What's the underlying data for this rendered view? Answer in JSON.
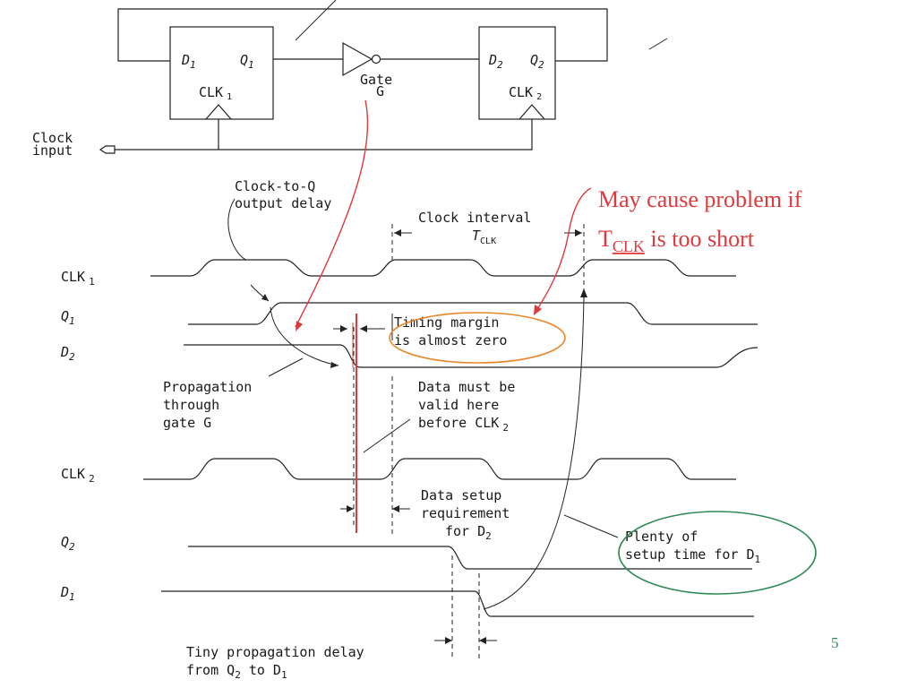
{
  "circuit": {
    "ff1": {
      "d": "D",
      "d_sub": "1",
      "q": "Q",
      "q_sub": "1",
      "clk": "CLK",
      "clk_sub": "1"
    },
    "ff2": {
      "d": "D",
      "d_sub": "2",
      "q": "Q",
      "q_sub": "2",
      "clk": "CLK",
      "clk_sub": "2"
    },
    "gate": {
      "line1": "Gate",
      "line2": "G"
    },
    "clock_input": {
      "line1": "Clock",
      "line2": "input"
    }
  },
  "signals": {
    "clk1": {
      "name": "CLK",
      "sub": "1"
    },
    "q1": {
      "name": "Q",
      "sub": "1"
    },
    "d2": {
      "name": "D",
      "sub": "2"
    },
    "clk2": {
      "name": "CLK",
      "sub": "2"
    },
    "q2": {
      "name": "Q",
      "sub": "2"
    },
    "d1": {
      "name": "D",
      "sub": "1"
    }
  },
  "annotations": {
    "clock_to_q": {
      "line1": "Clock-to-Q",
      "line2": "output delay"
    },
    "clock_interval": {
      "line1": "Clock interval",
      "tclk": "T",
      "tclk_sub": "CLK"
    },
    "timing_margin": {
      "line1": "Timing margin",
      "line2": "is almost zero"
    },
    "propagation": {
      "line1": "Propagation",
      "line2": "through",
      "line3": "gate G"
    },
    "data_valid": {
      "line1": "Data must be",
      "line2": "valid here",
      "line3": "before CLK",
      "line3_sub": "2"
    },
    "setup_req": {
      "line1": "Data setup",
      "line2": "requirement",
      "line3": "for D",
      "line3_sub": "2"
    },
    "plenty": {
      "line1": "Plenty of",
      "line2": "setup time for D",
      "line2_sub": "1"
    },
    "tiny_delay": {
      "line1": "Tiny propagation delay",
      "line2": "from Q",
      "line2_sub": "2",
      "line2_mid": " to D",
      "line2_sub2": "1"
    }
  },
  "callout": {
    "line1": "May cause problem if",
    "line2_t": "T",
    "line2_sub": "CLK",
    "line2_rest": " is too short"
  },
  "page_number": "5",
  "colors": {
    "ink": "#222222",
    "red": "#e0393c",
    "orange": "#e8872b",
    "green": "#2f8a55"
  }
}
